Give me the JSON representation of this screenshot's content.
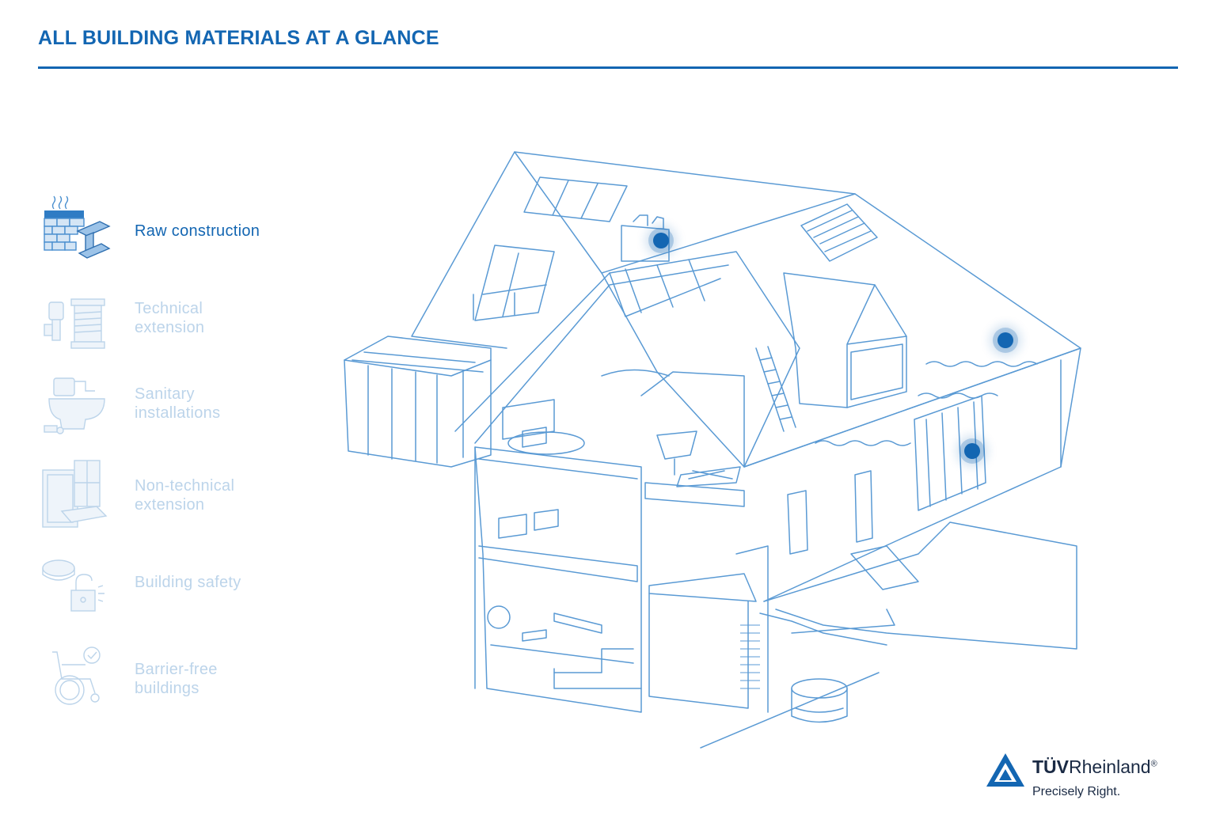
{
  "header": {
    "title": "ALL BUILDING MATERIALS AT A GLANCE"
  },
  "menu": {
    "items": [
      {
        "label": "Raw construction",
        "icon": "brick-wall-steel-beam-icon",
        "active": true
      },
      {
        "label": "Technical\nextension",
        "icon": "cable-drum-icon",
        "active": false
      },
      {
        "label": "Sanitary\ninstallations",
        "icon": "toilet-pipes-icon",
        "active": false
      },
      {
        "label": "Non-technical\nextension",
        "icon": "door-window-icon",
        "active": false
      },
      {
        "label": "Building safety",
        "icon": "smoke-detector-lock-icon",
        "active": false
      },
      {
        "label": "Barrier-free\nbuildings",
        "icon": "wheelchair-icon",
        "active": false
      }
    ]
  },
  "colors": {
    "accent": "#1366b2",
    "inactive": "#bcd4ea",
    "line": "#5a9ad4",
    "text_dark": "#1a2a44"
  },
  "hotspots": [
    "chimney-hotspot",
    "roof-tiles-hotspot",
    "wall-frame-hotspot"
  ],
  "logo": {
    "brand_bold": "TÜV",
    "brand_rest": "Rheinland",
    "registered": "®",
    "tagline": "Precisely Right."
  }
}
